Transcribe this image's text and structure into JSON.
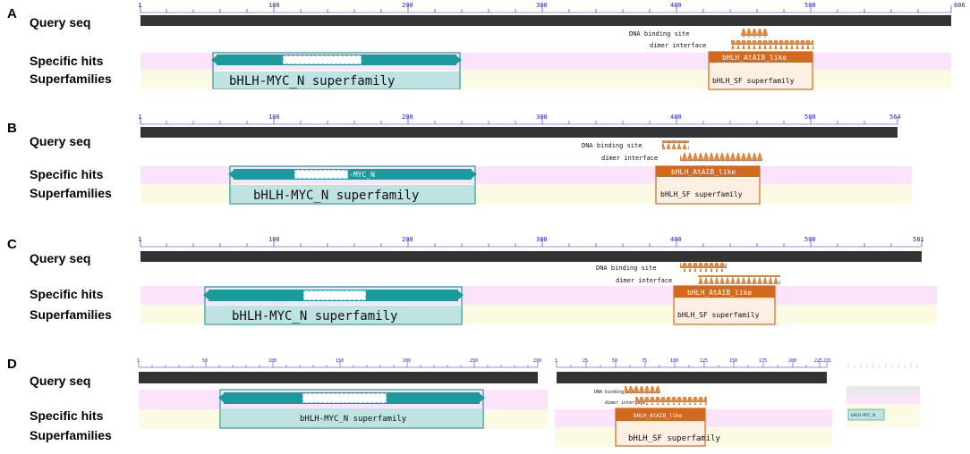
{
  "row_labels": {
    "query": "Query seq",
    "specific": "Specific hits",
    "superfamilies": "Superfamilies"
  },
  "colors": {
    "teal": "#1a9a9a",
    "teal_fill": "#bfe3e3",
    "orange": "#d2691e",
    "orange_fill": "#f8e3cc",
    "pink_band": "#fbe3fb",
    "yellow_band": "#fbfbe3",
    "bar": "#333333",
    "tick": "#2222cc"
  },
  "panels": [
    {
      "letter": "A",
      "length": 606,
      "ticks": [
        "1",
        "100",
        "200",
        "300",
        "400",
        "500",
        "606"
      ],
      "site_labels": [
        "DNA binding site",
        "dimer interface"
      ],
      "myc_label": "",
      "myc_superfamily": "bHLH-MYC_N superfamily",
      "specific_hit": "bHLH_AtAIB_like",
      "sf_label": "bHLH_SF superfamily"
    },
    {
      "letter": "B",
      "length": 564,
      "ticks": [
        "1",
        "100",
        "200",
        "300",
        "400",
        "500",
        "564"
      ],
      "site_labels": [
        "DNA binding site",
        "dimer interface"
      ],
      "myc_label": "-MYC_N",
      "myc_superfamily": "bHLH-MYC_N superfamily",
      "specific_hit": "bHLH_AtAIB_like",
      "sf_label": "bHLH_SF superfamily"
    },
    {
      "letter": "C",
      "length": 581,
      "ticks": [
        "1",
        "100",
        "200",
        "300",
        "400",
        "500",
        "581"
      ],
      "site_labels": [
        "DNA binding site",
        "dimer interface"
      ],
      "myc_label": "",
      "myc_superfamily": "bHLH-MYC_N superfamily",
      "specific_hit": "bHLH_AtAIB_like",
      "sf_label": "bHLH_SF superfamily"
    },
    {
      "letter": "D",
      "seg1_length": 299,
      "seg1_ticks": [
        "1",
        "50",
        "100",
        "150",
        "200",
        "250",
        "299"
      ],
      "myc_superfamily": "bHLH-MYC_N superfamily",
      "seg2_length": 231,
      "seg2_ticks": [
        "1",
        "25",
        "50",
        "75",
        "100",
        "125",
        "150",
        "175",
        "200",
        "225",
        "231"
      ],
      "site_labels": [
        "DNA binding site",
        "dimer interface"
      ],
      "specific_hit": "bHLH_AtAIB_like",
      "sf_label": "bHLH_SF superfamily",
      "seg3_label": "bHLH-MYC_N"
    }
  ]
}
